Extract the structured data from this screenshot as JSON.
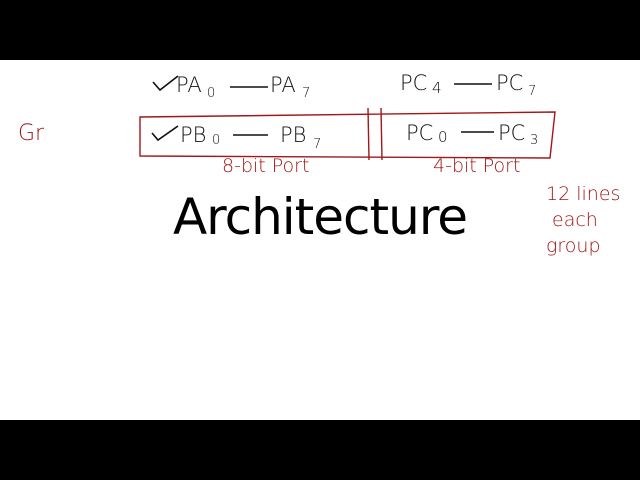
{
  "slide": {
    "title": "Architecture",
    "background": "#ffffff",
    "letterbox_color": "#000000"
  },
  "annotations": {
    "ink_color_black": "#111111",
    "ink_color_red": "#a01818",
    "group_label": "Gr",
    "row_a": {
      "start": "PA",
      "start_sub": "0",
      "end": "PA",
      "end_sub": "7",
      "checked": true
    },
    "row_b": {
      "start": "PB",
      "start_sub": "0",
      "end": "PB",
      "end_sub": "7",
      "checked": true
    },
    "row_c_upper": {
      "start": "PC",
      "start_sub": "4",
      "end": "PC",
      "end_sub": "7"
    },
    "row_c_lower": {
      "start": "PC",
      "start_sub": "0",
      "end": "PC",
      "end_sub": "3"
    },
    "label_8bit": "8-bit Port",
    "label_4bit": "4-bit Port",
    "note_lines": [
      "12 lines",
      "each",
      "group"
    ]
  }
}
